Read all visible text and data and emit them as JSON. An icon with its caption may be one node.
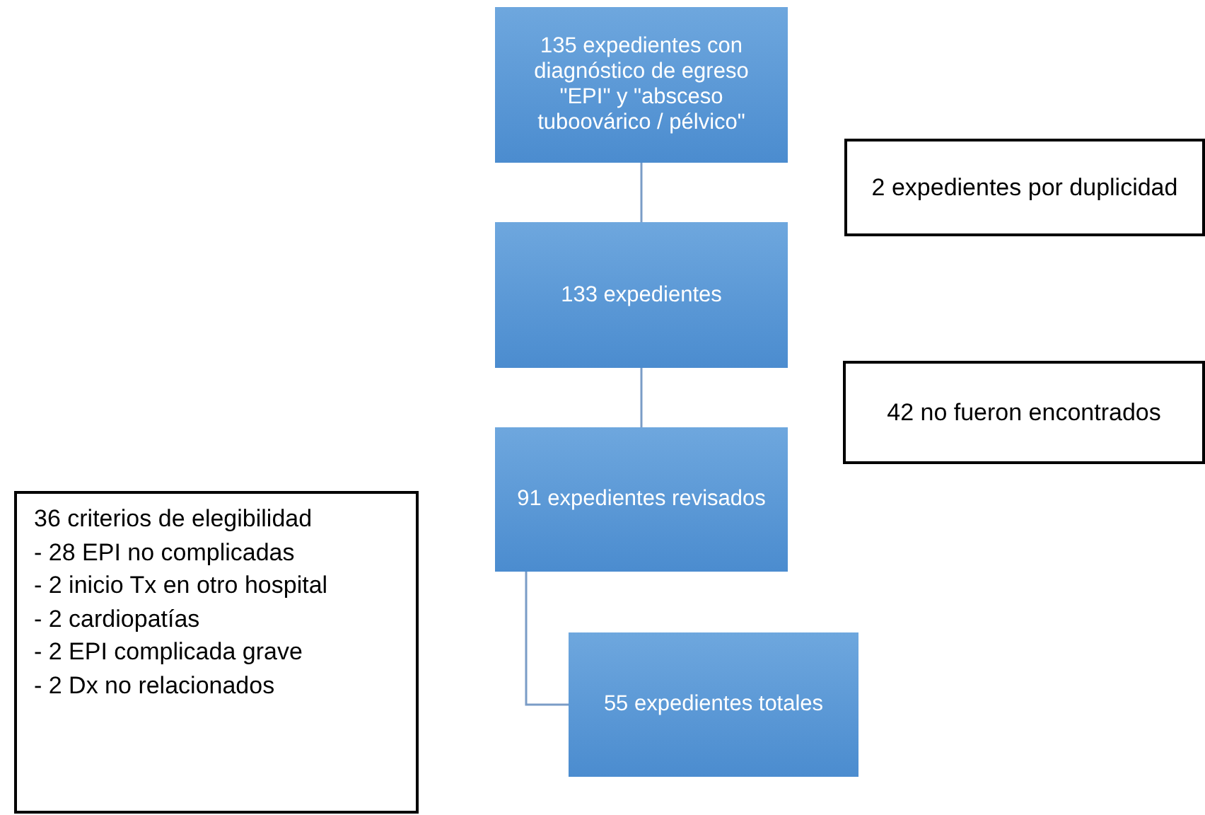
{
  "diagram": {
    "nodes": [
      {
        "text": [
          "135 expedientes con diagnóstico de egreso \"EPI\" y \"absceso tuboovárico / pélvico\""
        ]
      },
      {
        "text": [
          "2 expedientes por duplicidad"
        ]
      },
      {
        "text": [
          "133 expedientes"
        ]
      },
      {
        "text": [
          "42 no fueron encontrados"
        ]
      },
      {
        "text": [
          "91 expedientes revisados"
        ]
      },
      {
        "text": [
          "36 criterios de elegibilidad",
          "- 28 EPI no complicadas",
          "- 2 inicio Tx en otro hospital",
          "- 2 cardiopatías",
          "- 2 EPI complicada grave",
          "- 2 Dx no relacionados"
        ]
      },
      {
        "text": [
          "55 expedientes totales"
        ]
      }
    ],
    "edges": [
      {
        "from": 0,
        "to": 2,
        "arrow": "none"
      },
      {
        "from": 2,
        "to": 4,
        "arrow": "none"
      },
      {
        "from": 4,
        "to": 6,
        "arrow": "none"
      }
    ]
  }
}
